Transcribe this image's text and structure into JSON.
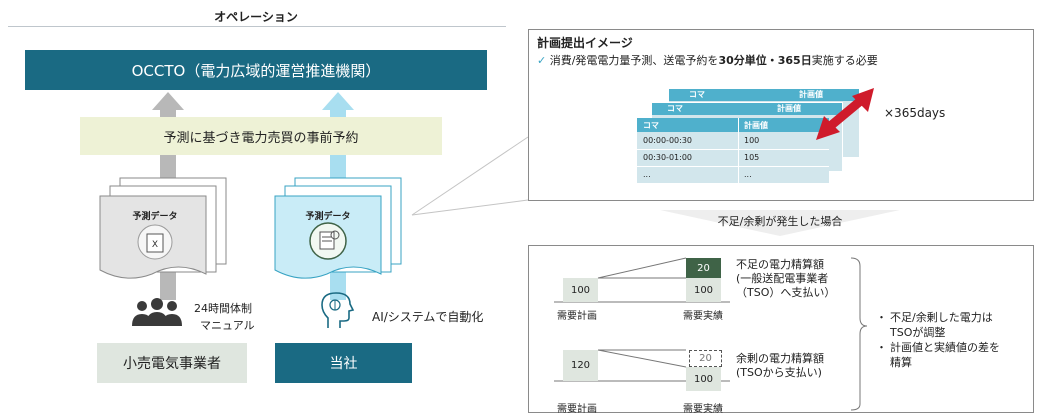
{
  "left": {
    "title": "オペレーション",
    "occto": "OCCTO（電力広域的運営推進機関）",
    "band": "予測に基づき電力売買の事前予約",
    "doc_label_left": "予測データ",
    "doc_label_right": "予測データ",
    "ops_line1": "24時間体制",
    "ops_line2": "マニュアル",
    "ai_label": "AI/システムで自動化",
    "retailer": "小売電気事業者",
    "company": "当社"
  },
  "right": {
    "title": "計画提出イメージ",
    "check_prefix": "消費/発電電力量予測、送電予約を",
    "check_bold": "30分単位・365日",
    "check_suffix": "実施する必要",
    "table": {
      "headers": [
        "コマ",
        "計画値"
      ],
      "rows": [
        [
          "00:00-00:30",
          "100"
        ],
        [
          "00:30-01:00",
          "105"
        ],
        [
          "...",
          "..."
        ]
      ]
    },
    "days_label": "×365days",
    "shortage_caption": "不足/余剰が発生した場合",
    "top_case": {
      "plan_value": "100",
      "actual_value": "100",
      "diff_value": "20",
      "plan_label": "需要計画",
      "actual_label": "需要実績",
      "note_line1": "不足の電力精算額",
      "note_line2": "(一般送配電事業者",
      "note_line3": "（TSO）へ支払い）"
    },
    "bottom_case": {
      "plan_value": "120",
      "actual_value": "100",
      "diff_value": "20",
      "plan_label": "需要計画",
      "actual_label": "需要実績",
      "note_line1": "余剰の電力精算額",
      "note_line2": "(TSOから支払い)"
    },
    "bullets": [
      "不足/余剰した電力は",
      "TSOが調整",
      "計画値と実績値の差を",
      "精算"
    ]
  },
  "colors": {
    "dark_teal": "#1a6a83",
    "light_teal": "#38a3c3",
    "band": "#eef2d6",
    "gray_box": "#dfe6df",
    "green_box": "#3f6347",
    "arrow_red": "#cf1b2b"
  }
}
